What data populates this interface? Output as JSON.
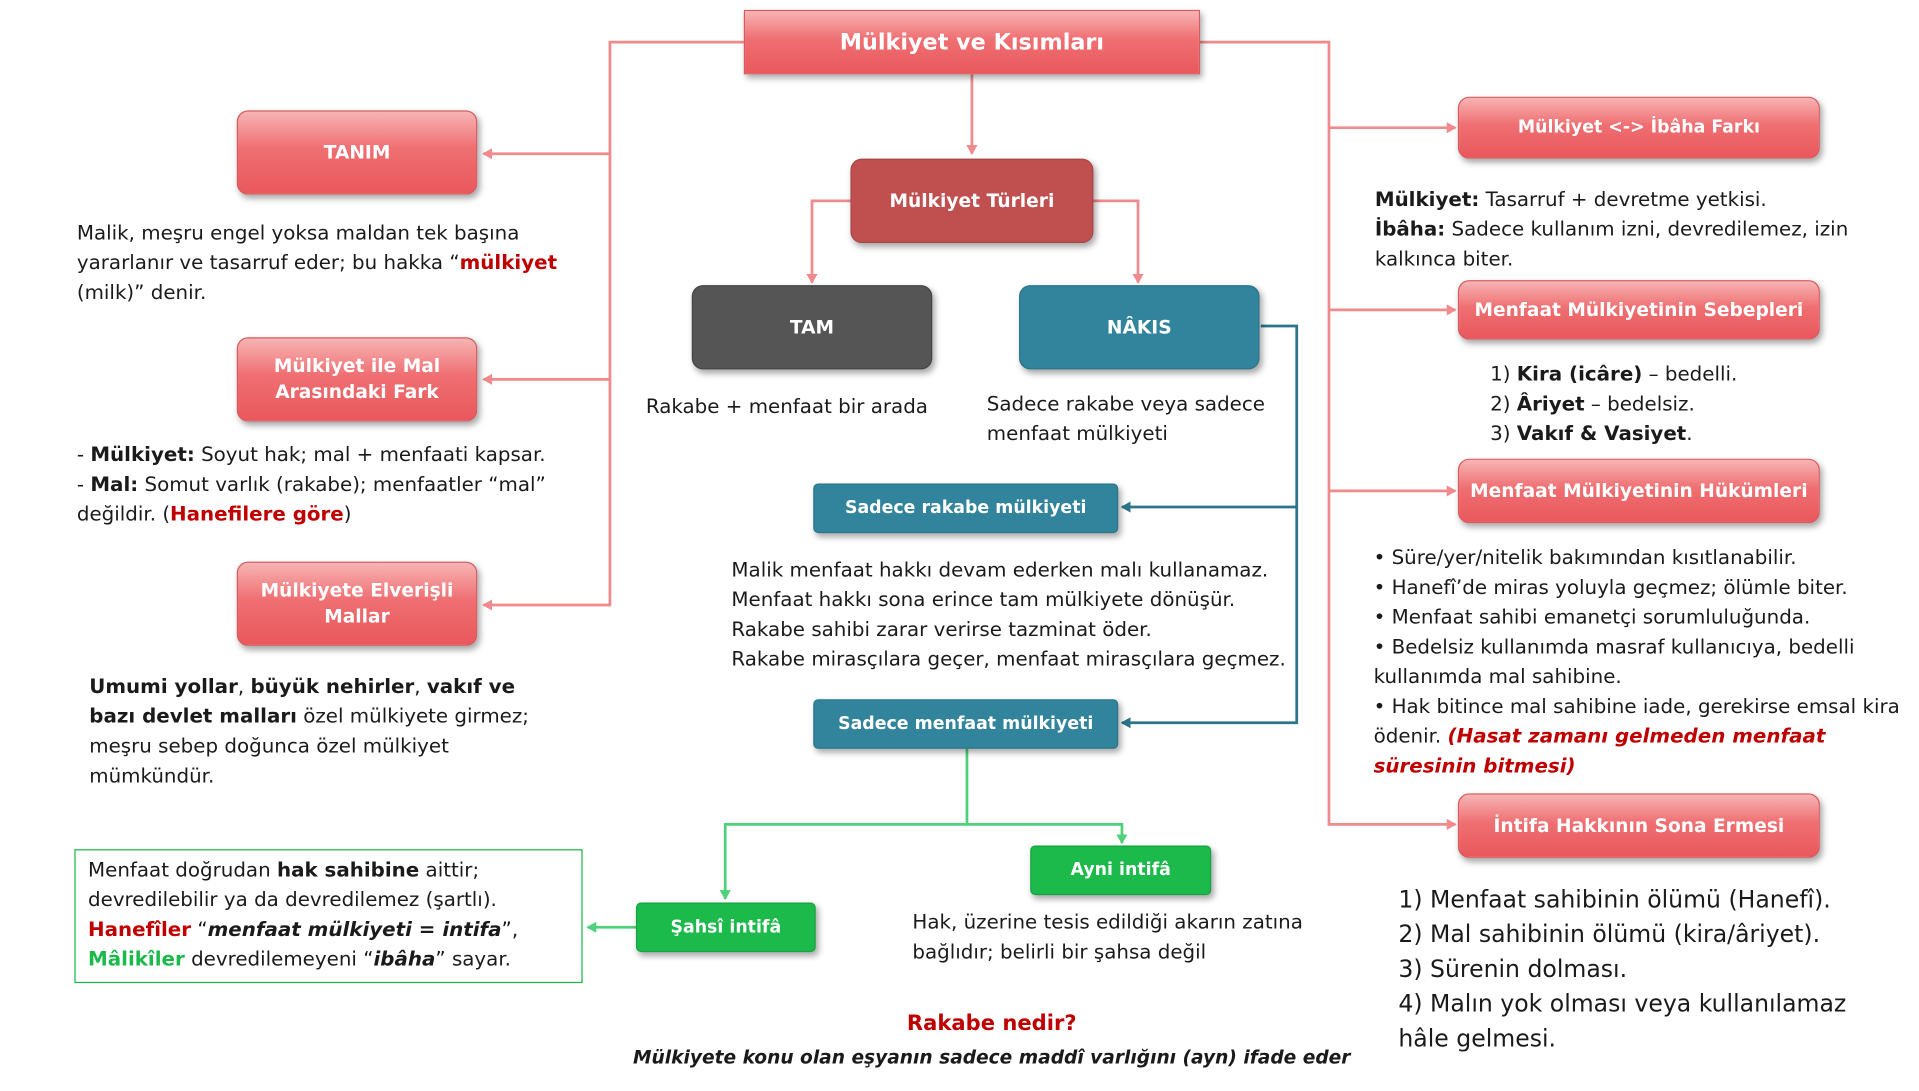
{
  "title": "Mülkiyet ve Kısımları",
  "left": {
    "tanim": {
      "label": "TANIM",
      "text_a": "Malik, meşru engel yoksa maldan tek başına yararlanır ve tasarruf eder; bu hakka “",
      "text_b": "mülkiyet",
      "text_c": " (milk)” denir."
    },
    "fark": {
      "label": "Mülkiyet ile Mal Arasındaki Fark",
      "line1_dash": "- ",
      "line1_bold": "Mülkiyet:",
      "line1_rest": " Soyut hak; mal + menfaati kapsar.",
      "line2_dash": "- ",
      "line2_bold": "Mal:",
      "line2_rest": " Somut varlık (rakabe); menfaatler “mal” değildir. (",
      "line2_red": "Hanefilere göre",
      "line2_end": ")"
    },
    "elverisli": {
      "label": "Mülkiyete Elverişli Mallar",
      "b1": "Umumi yollar",
      "s1": ", ",
      "b2": "büyük nehirler",
      "s2": ", ",
      "b3": "vakıf ve bazı devlet malları",
      "rest": " özel mülkiyete girmez; meşru sebep doğunca özel mülkiyet mümkündür."
    }
  },
  "center": {
    "turler": "Mülkiyet Türleri",
    "tam": {
      "label": "TAM",
      "text": "Rakabe + menfaat bir arada"
    },
    "nakis": {
      "label": "NÂKIS",
      "text": "Sadece rakabe veya sadece menfaat mülkiyeti"
    },
    "rakabe_mulk": {
      "label": "Sadece rakabe mülkiyeti",
      "lines": [
        "Malik menfaat hakkı devam ederken malı kullanamaz.",
        "Menfaat hakkı sona erince tam mülkiyete dönüşür.",
        "Rakabe sahibi zarar verirse tazminat öder.",
        "Rakabe mirasçılara geçer, menfaat mirasçılara geçmez."
      ]
    },
    "menfaat_mulk": {
      "label": "Sadece menfaat mülkiyeti"
    },
    "sahsi": {
      "label": "Şahsî intifâ",
      "t1": "Menfaat doğrudan ",
      "t1b": "hak sahibine",
      "t1c": " aittir; devredilebilir ya da devredilemez (şartlı).",
      "t2r": "Hanefîler",
      "t2a": " “",
      "t2i": "menfaat mülkiyeti = intifa",
      "t2b": "”,",
      "t3g": "Mâlikîler",
      "t3a": " devredilemeyeni “",
      "t3i": "ibâha",
      "t3b": "” sayar."
    },
    "ayni": {
      "label": "Ayni intifâ",
      "text": "Hak, üzerine tesis edildiği akarın zatına bağlıdır; belirli bir şahsa değil"
    },
    "rakabe_q": "Rakabe nedir?",
    "rakabe_a": "Mülkiyete konu olan eşyanın sadece maddî varlığını (ayn) ifade eder"
  },
  "right": {
    "ibaha": {
      "label": "Mülkiyet <-> İbâha Farkı",
      "l1b": "Mülkiyet:",
      "l1": " Tasarruf + devretme yetkisi.",
      "l2b": "İbâha:",
      "l2": " Sadece kullanım izni, devredilemez, izin kalkınca biter."
    },
    "sebepler": {
      "label": "Menfaat Mülkiyetinin Sebepleri",
      "i1n": "1) ",
      "i1b": "Kira (icâre)",
      "i1": " – bedelli.",
      "i2n": "2) ",
      "i2b": "Âriyet",
      "i2": " – bedelsiz.",
      "i3n": "3) ",
      "i3b": "Vakıf & Vasiyet",
      "i3": "."
    },
    "hukumler": {
      "label": "Menfaat Mülkiyetinin Hükümleri",
      "b1": "• Süre/yer/nitelik bakımından kısıtlanabilir.",
      "b2": "• Hanefî’de miras yoluyla geçmez; ölümle biter.",
      "b3": "• Menfaat sahibi emanetçi sorumluluğunda.",
      "b4": "• Bedelsiz kullanımda masraf kullanıcıya, bedelli kullanımda mal sahibine.",
      "b5": "• Hak bitince mal sahibine iade, gerekirse emsal kira ödenir. ",
      "b5r": "(Hasat zamanı gelmeden menfaat süresinin bitmesi)"
    },
    "sona": {
      "label": "İntifa Hakkının Sona Ermesi",
      "items": [
        "1) Menfaat sahibinin ölümü (Hanefî).",
        "2) Mal sahibinin ölümü (kira/âriyet).",
        "3) Sürenin dolması.",
        "4) Malın yok olması veya kullanılamaz hâle gelmesi."
      ]
    }
  },
  "colors": {
    "pink": "#ef6f72",
    "dark_red": "#c0504f",
    "grey": "#555555",
    "teal": "#31849b",
    "green": "#1cb94b",
    "red_text": "#c00000"
  }
}
